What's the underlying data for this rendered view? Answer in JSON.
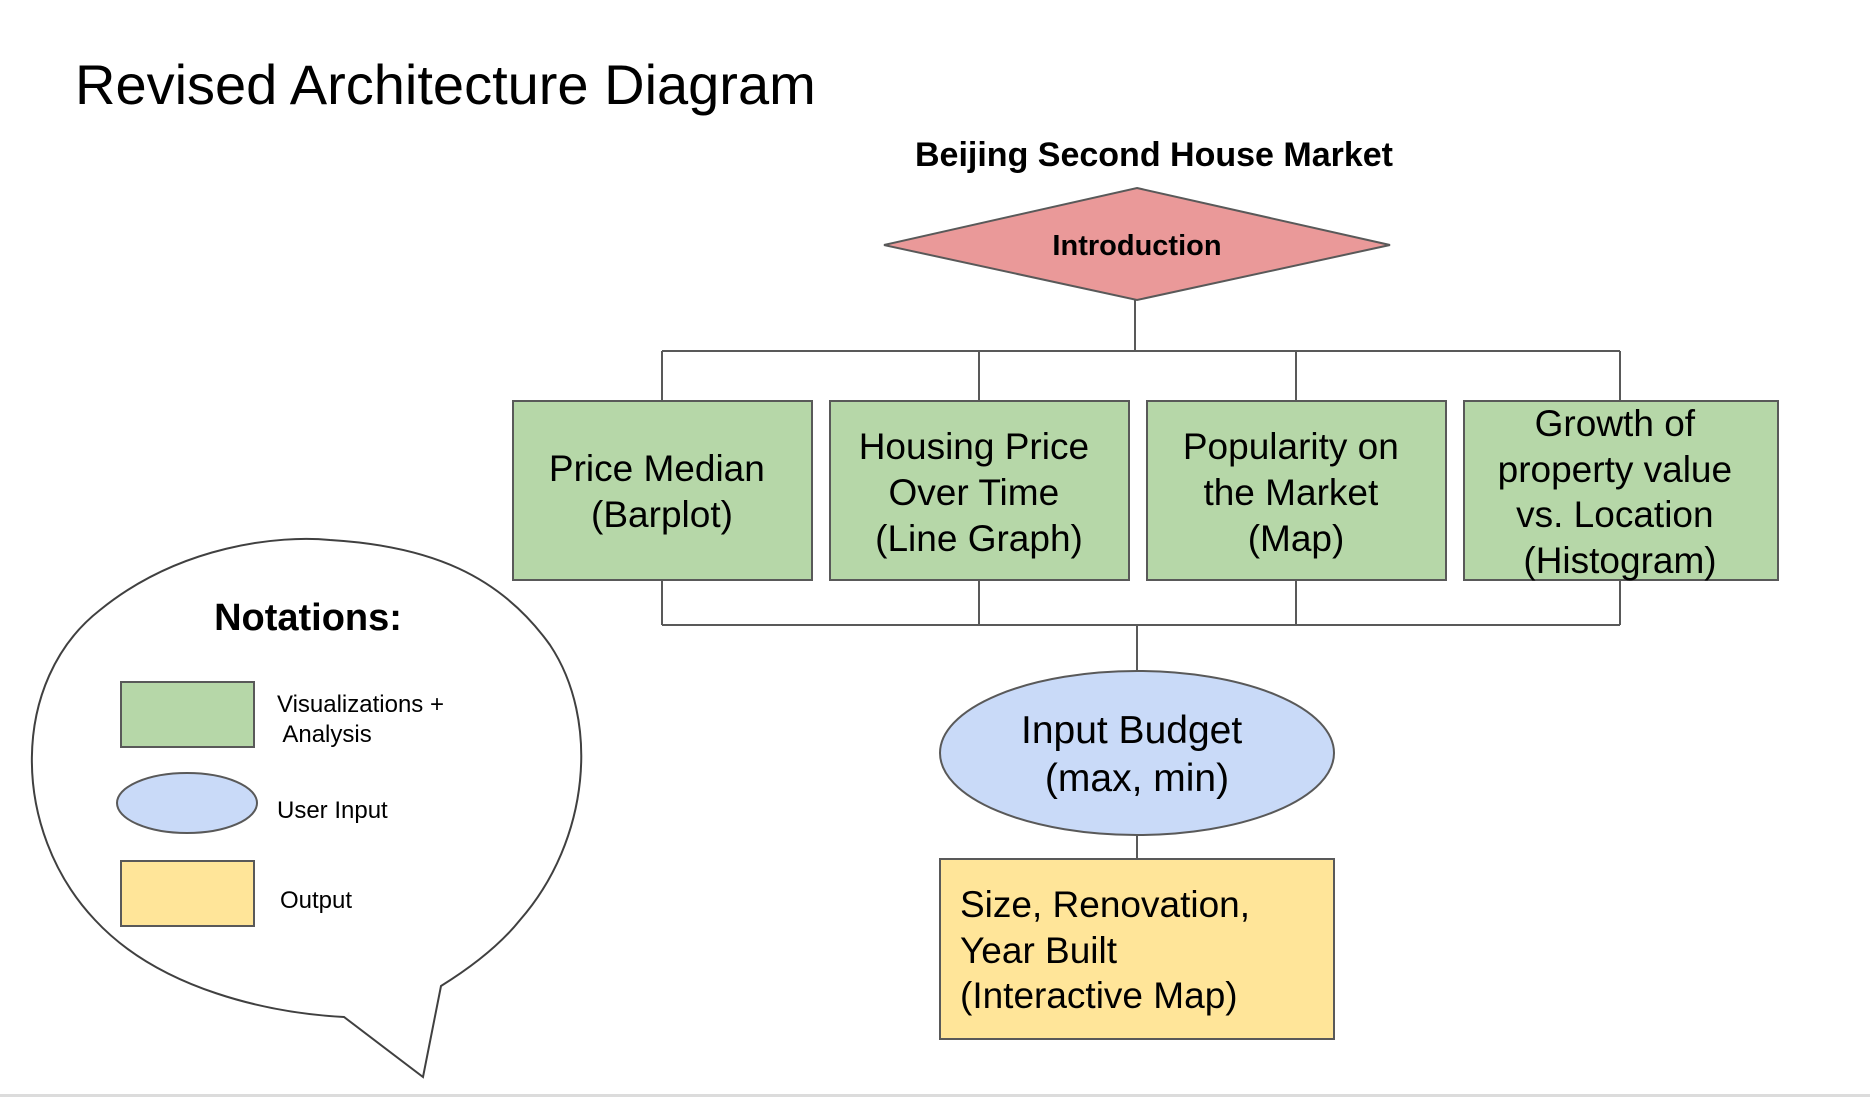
{
  "slide_title": "Revised Architecture Diagram",
  "diagram_title": "Beijing Second House Market",
  "nodes": {
    "introduction": "Introduction",
    "viz1": [
      "Price Median",
      "(Barplot)"
    ],
    "viz2": [
      "Housing Price",
      "Over Time",
      "(Line Graph)"
    ],
    "viz3": [
      "Popularity on",
      "the Market",
      "(Map)"
    ],
    "viz4": [
      "Growth of",
      "property value",
      "vs. Location",
      "(Histogram)"
    ],
    "input": [
      "Input Budget",
      "(max, min)"
    ],
    "output": [
      "Size, Renovation,",
      "Year Built",
      "(Interactive Map)"
    ]
  },
  "legend": {
    "title": "Notations:",
    "items": [
      {
        "label": [
          "Visualizations +",
          " Analysis"
        ],
        "shape": "rectangle",
        "color": "#b6d7a8"
      },
      {
        "label": [
          "User Input"
        ],
        "shape": "ellipse",
        "color": "#c9daf8"
      },
      {
        "label": [
          "Output"
        ],
        "shape": "rectangle",
        "color": "#ffe599"
      }
    ]
  },
  "colors": {
    "introduction": "#ea9999",
    "visualization": "#b6d7a8",
    "user_input": "#c9daf8",
    "output": "#ffe599",
    "stroke": "#595959"
  }
}
